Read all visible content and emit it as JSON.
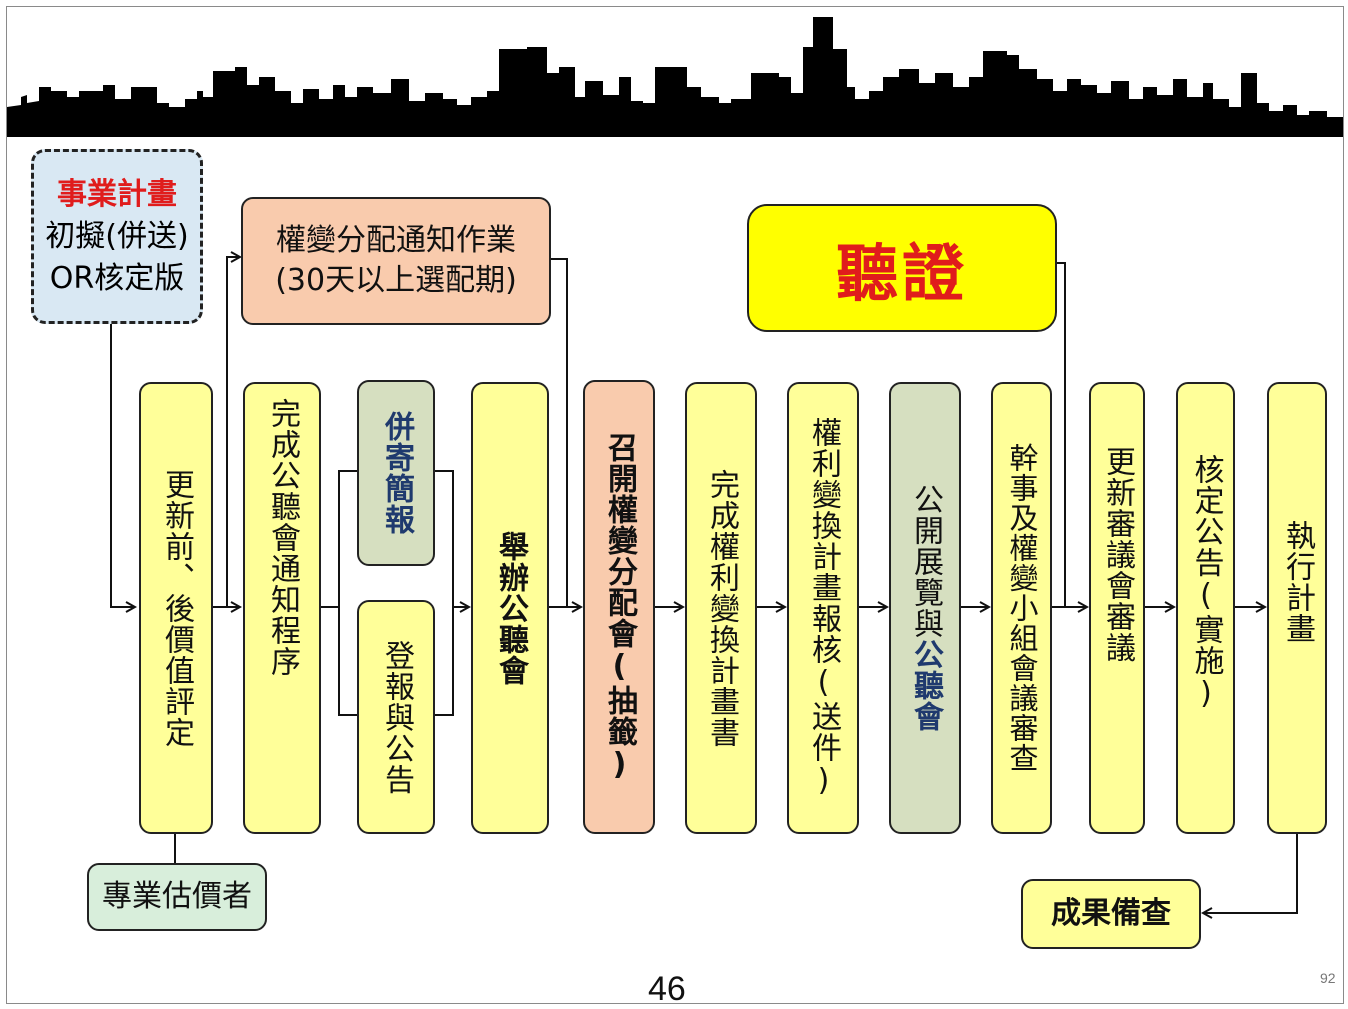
{
  "plan": {
    "title": "事業計畫",
    "line1": "初擬(併送)",
    "line2": "OR核定版"
  },
  "notify": {
    "line1": "權變分配通知作業",
    "line2": "(30天以上選配期)"
  },
  "hearing": {
    "label": "聽證"
  },
  "steps": {
    "valuation": "更新前、後價值評定",
    "public_notice_proc": "完成公聽會通知程序",
    "briefing": "併寄簡報",
    "publish": "登報與公告",
    "public_hearing": "舉辦公聽會",
    "allocation": "召開權變分配會(抽籤)",
    "complete_plan": "完成權利變換計畫書",
    "submit_plan": "權利變換計畫報核(送件)",
    "exhibit_prefix": "公開展覽與",
    "exhibit_suffix": "公聽會",
    "committee": "幹事及權變小組會議審查",
    "review": "更新審議會審議",
    "approve": "核定公告(實施)",
    "execute": "執行計畫"
  },
  "appraiser": "專業估價者",
  "record": "成果備查",
  "page_number": "46",
  "slide_number": "92"
}
